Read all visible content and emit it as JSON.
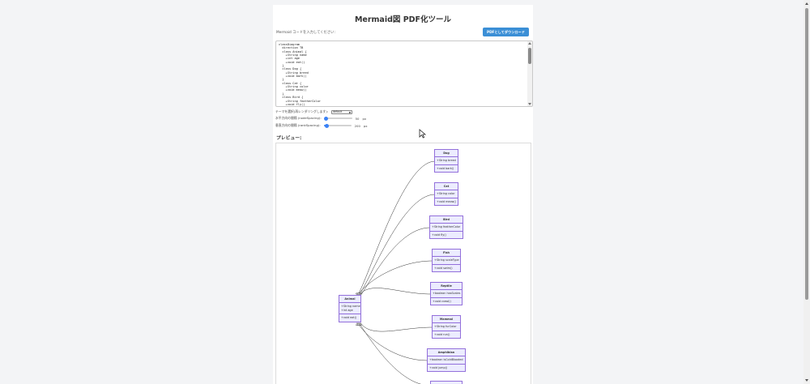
{
  "page": {
    "title": "Mermaid図 PDF化ツール",
    "prompt": "Mermaid コードを入力してください:",
    "pdf_button": "PDFとしてダウンロード"
  },
  "editor": {
    "code": "classDiagram\n  direction TB\n  class Animal {\n    +String name\n    +int age\n    +void eat()\n  }\n  class Dog {\n    +String breed\n    +void bark()\n  }\n  class Cat {\n    +String color\n    +void meow()\n  }\n  class Bird {\n    +String featherColor\n    +void fly()\n  }"
  },
  "controls": {
    "theme_label": "テーマを選択(再レンダリングします):",
    "theme_value": "default",
    "node_spacing_label": "水平方向の間隔 (nodeSpacing):",
    "node_spacing_value": "50",
    "node_spacing_unit": "px",
    "node_spacing_level": 0.05,
    "rank_spacing_label": "垂直方向の間隔 (rankSpacing):",
    "rank_spacing_value": "200",
    "rank_spacing_unit": "px",
    "rank_spacing_level": 0.1
  },
  "preview": {
    "label": "プレビュー:"
  },
  "diagram": {
    "animal": {
      "name": "Animal",
      "fields": [
        "+String name",
        "+int age"
      ],
      "methods": [
        "+void eat()"
      ]
    },
    "classes": [
      {
        "name": "Dog",
        "fields": [
          "+String breed"
        ],
        "methods": [
          "+void bark()"
        ]
      },
      {
        "name": "Cat",
        "fields": [
          "+String color"
        ],
        "methods": [
          "+void meow()"
        ]
      },
      {
        "name": "Bird",
        "fields": [
          "+String featherColor"
        ],
        "methods": [
          "+void fly()"
        ]
      },
      {
        "name": "Fish",
        "fields": [
          "+String scaleType"
        ],
        "methods": [
          "+void swim()"
        ]
      },
      {
        "name": "Reptile",
        "fields": [
          "+boolean hasScales"
        ],
        "methods": [
          "+void crawl()"
        ]
      },
      {
        "name": "Mammal",
        "fields": [
          "+String furColor"
        ],
        "methods": [
          "+void run()"
        ]
      },
      {
        "name": "Amphibian",
        "fields": [
          "+boolean isColdBlooded"
        ],
        "methods": [
          "+void jump()"
        ]
      }
    ]
  },
  "colors": {
    "accent": "#3b8fd6",
    "node_fill": "#ececff",
    "node_border": "#9370db"
  }
}
